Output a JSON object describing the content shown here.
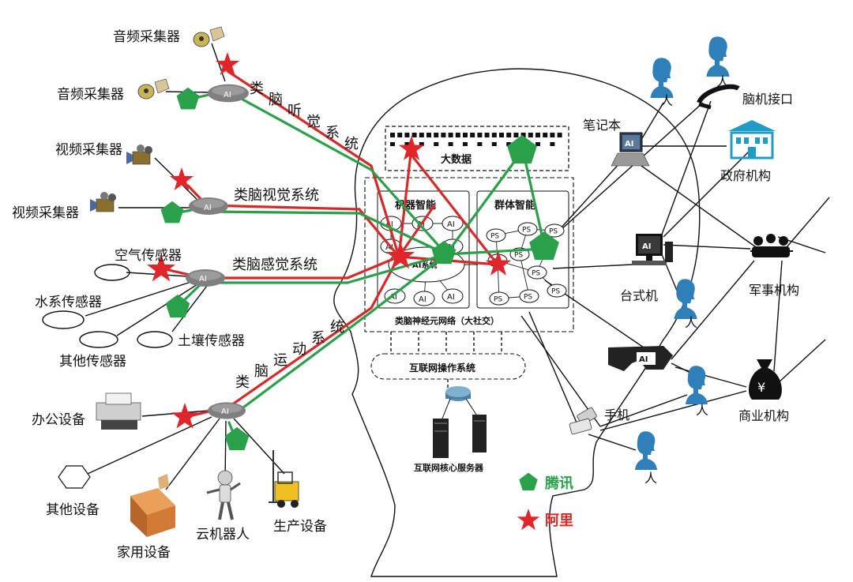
{
  "labels": {
    "audio_collector_1": "音频采集器",
    "audio_collector_2": "音频采集器",
    "video_collector_1": "视频采集器",
    "video_collector_2": "视频采集器",
    "air_sensor": "空气传感器",
    "water_sensor": "水系传感器",
    "other_sensor": "其他传感器",
    "soil_sensor": "土壤传感器",
    "office_equipment": "办公设备",
    "other_equipment": "其他设备",
    "home_equipment": "家用设备",
    "cloud_robot": "云机器人",
    "production_equipment": "生产设备",
    "brain_auditory": [
      "类",
      "脑",
      "听",
      "觉",
      "系",
      "统"
    ],
    "brain_visual": "类脑视觉系统",
    "brain_sensory": "类脑感觉系统",
    "brain_motor": [
      "类",
      "脑",
      "运",
      "动",
      "系",
      "统"
    ],
    "big_data": "大数据",
    "machine_intelligence": "机器智能",
    "swarm_intelligence": "群体智能",
    "neuron_network": "类脑神经元网络（大社交）",
    "internet_os": "互联网操作系统",
    "core_servers": "互联网核心服务器",
    "notebook": "笔记本",
    "desktop": "台式机",
    "phone": "手机",
    "bci": "脑机接口",
    "government": "政府机构",
    "military": "军事机构",
    "business": "商业机构",
    "person": "人",
    "ai": "AI",
    "ps": "PS",
    "ai_system": "AI系统"
  },
  "legend": {
    "tencent": "腾讯",
    "alibaba": "阿里"
  },
  "colors": {
    "tencent": "#2aa04a",
    "alibaba": "#d42a2a",
    "person": "#2f7fb8",
    "gov": "#1f9bc4"
  }
}
